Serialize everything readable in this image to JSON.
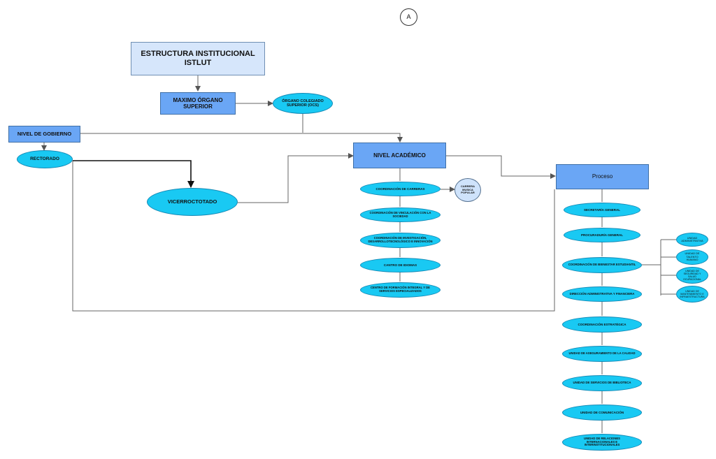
{
  "diagram": {
    "page_marker": "A",
    "title": "ESTRUCTURA INSTITUCIONAL ISTLUT",
    "maximo_organo": "MAXIMO ÓRGANO SUPERIOR",
    "organo_colegiado": "ÓRGANO COLEGIADO SUPERIOR (OCS)",
    "nivel_gobierno": "NIVEL DE GOBIERNO",
    "rectorado": "RECTORADO",
    "vicerrectorado": "VICERROCTOTADO",
    "nivel_academico": {
      "label": "NIVEL ACADÉMICO",
      "items": [
        "COORDINACIÓN DE CARRERAS",
        "COORDINACIÓN DE VINCULACIÓN CON LA SOCIEDAD",
        "COORDINACIÓN DE INVESTIGACIÓN, DESARROLLOTECNOLÓGICO E INNOVACIÓN",
        "CANTRO DE IDIOMAS",
        "CENTRO DE FORMACIÓN INTEGRAL Y DE SERVICIOS ESPECIALIZADOS"
      ],
      "carrera": "CARRERA MUSICA POPULAR"
    },
    "proceso": {
      "label": "Proceso",
      "items": [
        "SECRETARÍA GENERAL",
        "PROCURADURÍA GENERAL",
        "COORDINACIÓN DE BIENESTAR ESTUDIANTIL",
        "DIRECCIÓN ADMINISTRATIVA Y FINANCIERA",
        "COORDINACIÓN ESTRATÉGICA",
        "UNIDAD DE ASEGURAMIENTO DE LA CALIDAD",
        "UNIDAD DE SERVICIOS DE BIBLIOTECA",
        "UNIDAD DE COMUNICACIÓN",
        "UNIDAD DE RELACIONES INTERNACIONALES E INTERINSTITUCIONALES"
      ],
      "unidades": [
        "UNIDAD ADMINISTRATIVA",
        "UNIDAD DE TALENTO HUMANO",
        "UNIDAD DE SEGURIDAD Y SALUD OCUPACIONAL",
        "UNIDAD DE MANTENIMIENTO E INFRAESTRUCTURA"
      ]
    }
  }
}
